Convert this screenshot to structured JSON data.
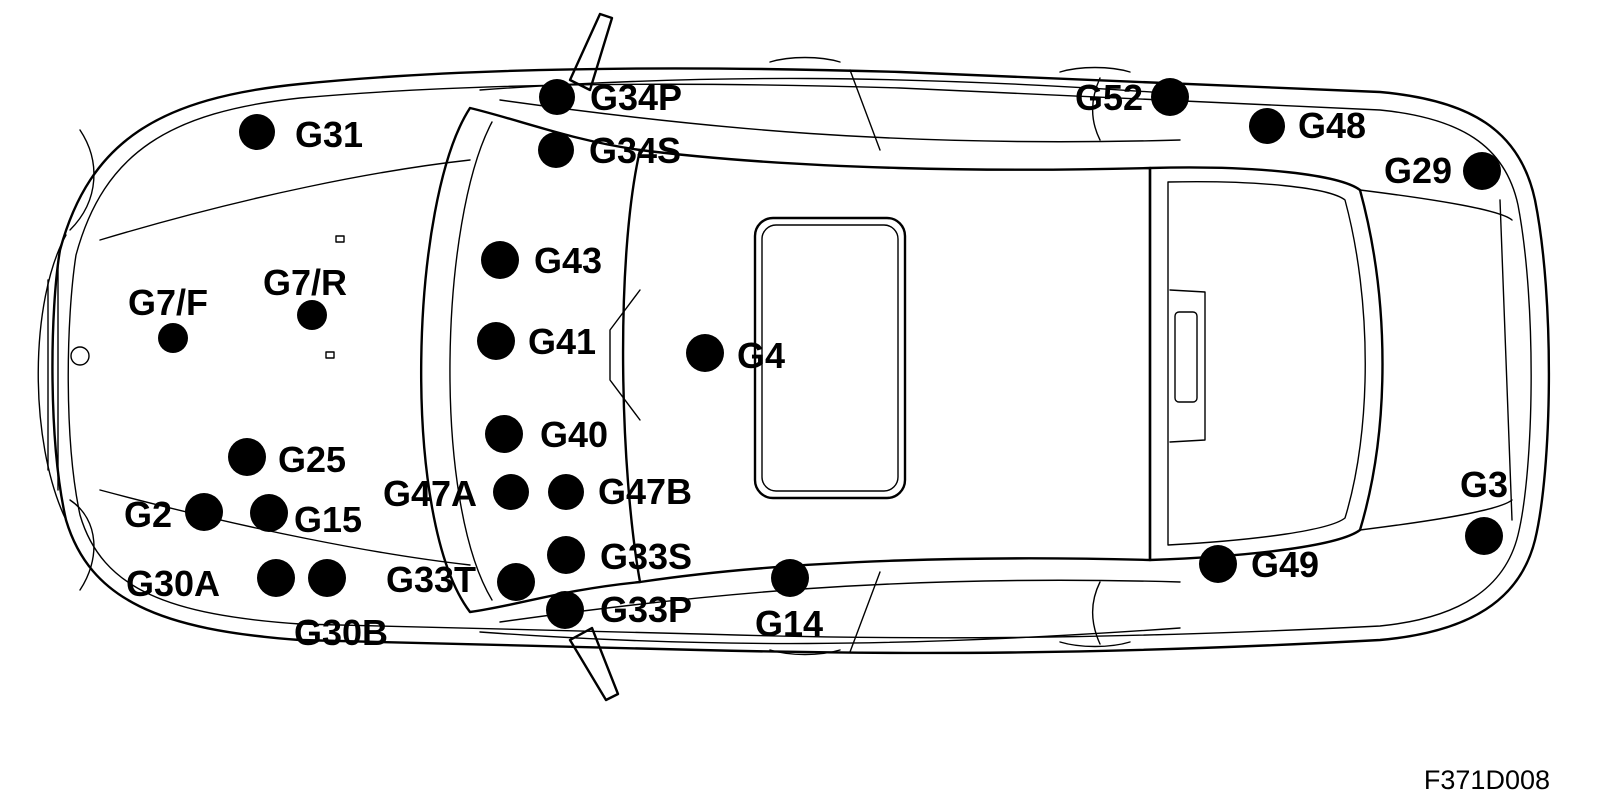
{
  "figure_id": "F371D008",
  "ground_points": [
    {
      "id": "p-g34p",
      "label": "G34P"
    },
    {
      "id": "p-g52",
      "label": "G52"
    },
    {
      "id": "p-g31",
      "label": "G31"
    },
    {
      "id": "p-g34s",
      "label": "G34S"
    },
    {
      "id": "p-g48",
      "label": "G48"
    },
    {
      "id": "p-g29",
      "label": "G29"
    },
    {
      "id": "p-g43",
      "label": "G43"
    },
    {
      "id": "p-g7r",
      "label": "G7/R"
    },
    {
      "id": "p-g7f",
      "label": "G7/F"
    },
    {
      "id": "p-g41",
      "label": "G41"
    },
    {
      "id": "p-g4",
      "label": "G4"
    },
    {
      "id": "p-g40",
      "label": "G40"
    },
    {
      "id": "p-g25",
      "label": "G25"
    },
    {
      "id": "p-g47a",
      "label": "G47A"
    },
    {
      "id": "p-g47b",
      "label": "G47B"
    },
    {
      "id": "p-g3",
      "label": "G3"
    },
    {
      "id": "p-g2",
      "label": "G2"
    },
    {
      "id": "p-g15",
      "label": "G15"
    },
    {
      "id": "p-g33s",
      "label": "G33S"
    },
    {
      "id": "p-g49",
      "label": "G49"
    },
    {
      "id": "p-g30a",
      "label": "G30A"
    },
    {
      "id": "p-g30b",
      "label": "G30B"
    },
    {
      "id": "p-g33t",
      "label": "G33T"
    },
    {
      "id": "p-g33p",
      "label": "G33P"
    },
    {
      "id": "p-g14",
      "label": "G14"
    }
  ]
}
